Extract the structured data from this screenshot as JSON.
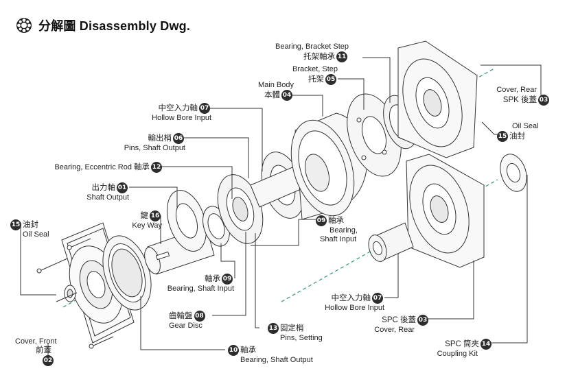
{
  "header": {
    "title": "分解圖 Disassembly Dwg."
  },
  "labels": {
    "l11": {
      "en": "Bearing, Bracket Step",
      "cn": "托架軸承",
      "num": "11"
    },
    "l05": {
      "en": "Bracket, Step",
      "cn": "托架",
      "num": "05"
    },
    "l04": {
      "en": "Main Body",
      "cn": "本體",
      "num": "04"
    },
    "l07a": {
      "en": "Hollow Bore Input",
      "cn": "中空入力軸",
      "num": "07"
    },
    "l06": {
      "en": "Pins, Shaft Output",
      "cn": "輸出梢",
      "num": "06"
    },
    "l12": {
      "en": "Bearing, Eccentric Rod",
      "cn": "軸承",
      "num": "12"
    },
    "l01": {
      "en": "Shaft Output",
      "cn": "出力軸",
      "num": "01"
    },
    "l16": {
      "en": "Key Way",
      "cn": "鍵",
      "num": "16"
    },
    "l15a": {
      "en": "Oil Seal",
      "cn": "油封",
      "num": "15"
    },
    "l09a": {
      "en": "Bearing, Shaft Input",
      "cn": "軸承",
      "num": "09"
    },
    "l08": {
      "en": "Gear Disc",
      "cn": "齒輪盤",
      "num": "08"
    },
    "l13": {
      "en": "Pins, Setting",
      "cn": "固定梢",
      "num": "13"
    },
    "l10": {
      "en": "Bearing, Shaft Output",
      "cn": "軸承",
      "num": "10"
    },
    "l02": {
      "en": "Cover, Front",
      "cn": "前蓋",
      "num": "02"
    },
    "l09b": {
      "en1": "Bearing,",
      "en2": "Shaft Input",
      "cn": "軸承",
      "num": "09"
    },
    "l07b": {
      "en": "Hollow Bore Input",
      "cn": "中空入力軸",
      "num": "07"
    },
    "l03a": {
      "en": "Cover, Rear",
      "cn": "SPK 後蓋",
      "num": "03"
    },
    "l15b": {
      "en": "Oil Seal",
      "cn": "油封",
      "num": "15"
    },
    "l03b": {
      "en": "Cover, Rear",
      "cn": "SPC 後蓋",
      "num": "03"
    },
    "l14": {
      "en": "Coupling Kit",
      "cn": "SPC 筒夾",
      "num": "14"
    }
  },
  "colors": {
    "leader": "#333333",
    "axis": "#2e9c6b",
    "badge": "#2d2d2d",
    "line": "#333333"
  },
  "icons": {
    "header": "gear-icon"
  }
}
